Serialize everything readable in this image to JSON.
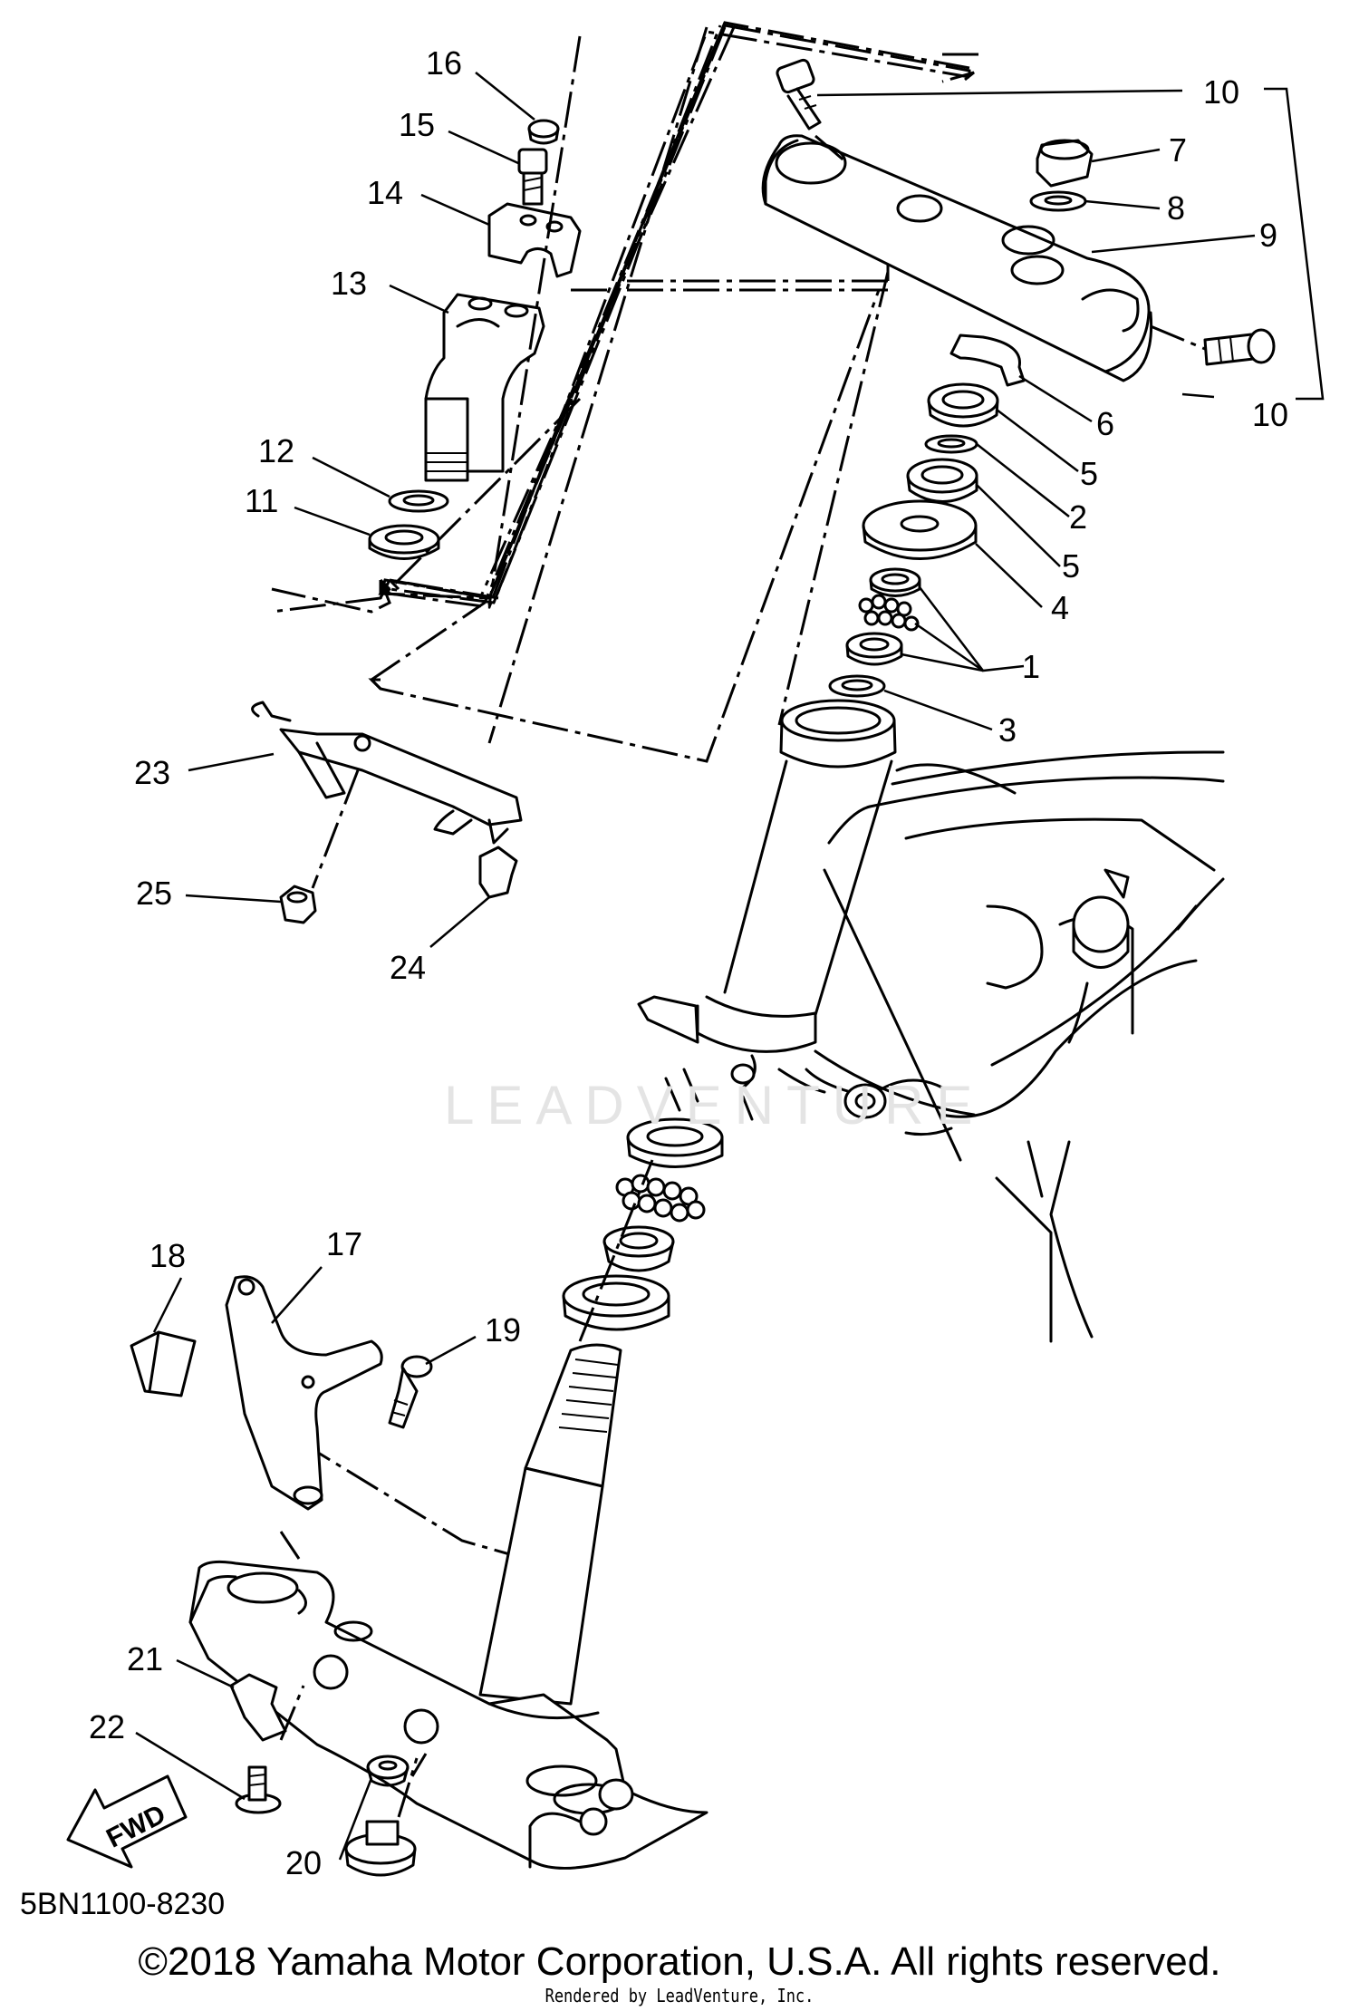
{
  "diagram": {
    "part_number": "5BN1100-8230",
    "copyright": "©2018 Yamaha Motor Corporation, U.S.A. All rights reserved.",
    "rendered_by": "Rendered by LeadVenture, Inc.",
    "watermark": "LEADVENTURE",
    "fwd_label": "FWD",
    "callouts": [
      {
        "id": "c1",
        "label": "1"
      },
      {
        "id": "c2",
        "label": "2"
      },
      {
        "id": "c3",
        "label": "3"
      },
      {
        "id": "c4",
        "label": "4"
      },
      {
        "id": "c5a",
        "label": "5"
      },
      {
        "id": "c5b",
        "label": "5"
      },
      {
        "id": "c6",
        "label": "6"
      },
      {
        "id": "c7",
        "label": "7"
      },
      {
        "id": "c8",
        "label": "8"
      },
      {
        "id": "c9",
        "label": "9"
      },
      {
        "id": "c10a",
        "label": "10"
      },
      {
        "id": "c10b",
        "label": "10"
      },
      {
        "id": "c11",
        "label": "11"
      },
      {
        "id": "c12",
        "label": "12"
      },
      {
        "id": "c13",
        "label": "13"
      },
      {
        "id": "c14",
        "label": "14"
      },
      {
        "id": "c15",
        "label": "15"
      },
      {
        "id": "c16",
        "label": "16"
      },
      {
        "id": "c17",
        "label": "17"
      },
      {
        "id": "c18",
        "label": "18"
      },
      {
        "id": "c19",
        "label": "19"
      },
      {
        "id": "c20",
        "label": "20"
      },
      {
        "id": "c21",
        "label": "21"
      },
      {
        "id": "c22",
        "label": "22"
      },
      {
        "id": "c23",
        "label": "23"
      },
      {
        "id": "c24",
        "label": "24"
      },
      {
        "id": "c25",
        "label": "25"
      }
    ]
  }
}
